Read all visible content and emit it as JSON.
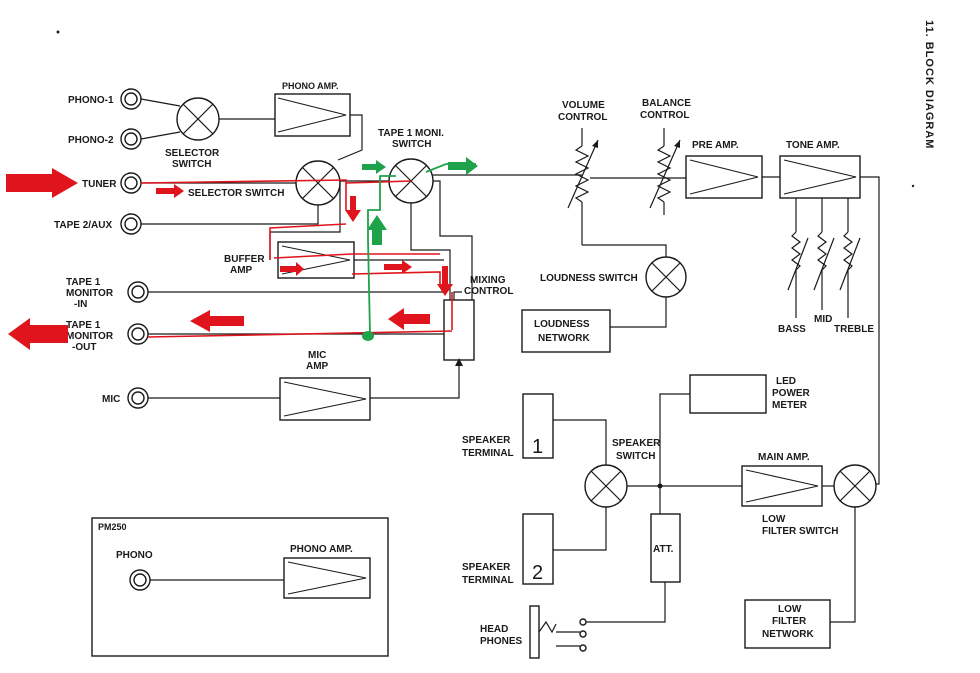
{
  "title": "11. BLOCK DIAGRAM",
  "labels": {
    "phono1": "PHONO-1",
    "phono2": "PHONO-2",
    "tuner": "TUNER",
    "tape2aux": "TAPE 2/AUX",
    "tape1_in_1": "TAPE 1",
    "tape1_in_2": "MONITOR",
    "tape1_in_3": "-IN",
    "tape1_out_1": "TAPE 1",
    "tape1_out_2": "MONITOR",
    "tape1_out_3": "-OUT",
    "mic": "MIC",
    "phono_amp": "PHONO AMP.",
    "selector_switch_1": "SELECTOR",
    "selector_switch_2": "SWITCH",
    "selector_switch_inline": "SELECTOR SWITCH",
    "tape1_moni_1": "TAPE 1 MONI.",
    "tape1_moni_2": "SWITCH",
    "buffer_amp_1": "BUFFER",
    "buffer_amp_2": "AMP",
    "mixing_1": "MIXING",
    "mixing_2": "CONTROL",
    "mic_amp_1": "MIC",
    "mic_amp_2": "AMP",
    "volume_1": "VOLUME",
    "volume_2": "CONTROL",
    "balance_1": "BALANCE",
    "balance_2": "CONTROL",
    "pre_amp": "PRE AMP.",
    "tone_amp": "TONE AMP.",
    "bass": "BASS",
    "mid": "MID",
    "treble": "TREBLE",
    "loudness_switch": "LOUDNESS SWITCH",
    "loudness_network_1": "LOUDNESS",
    "loudness_network_2": "NETWORK",
    "led_1": "LED",
    "led_2": "POWER",
    "led_3": "METER",
    "speaker_term_1a": "SPEAKER",
    "speaker_term_1b": "TERMINAL",
    "speaker_term_1_num": "1",
    "speaker_switch_1": "SPEAKER",
    "speaker_switch_2": "SWITCH",
    "main_amp": "MAIN AMP.",
    "low_filter_switch_1": "LOW",
    "low_filter_switch_2": "FILTER SWITCH",
    "speaker_term_2a": "SPEAKER",
    "speaker_term_2b": "TERMINAL",
    "speaker_term_2_num": "2",
    "att": "ATT.",
    "head_1": "HEAD",
    "head_2": "PHONES",
    "low_filter_net_1": "LOW",
    "low_filter_net_2": "FILTER",
    "low_filter_net_3": "NETWORK",
    "pm250": "PM250",
    "pm250_phono": "PHONO",
    "pm250_phono_amp": "PHONO AMP."
  },
  "colors": {
    "signal_red": "#e0141c",
    "signal_green": "#1fa34a",
    "ink": "#1a1a1a"
  }
}
